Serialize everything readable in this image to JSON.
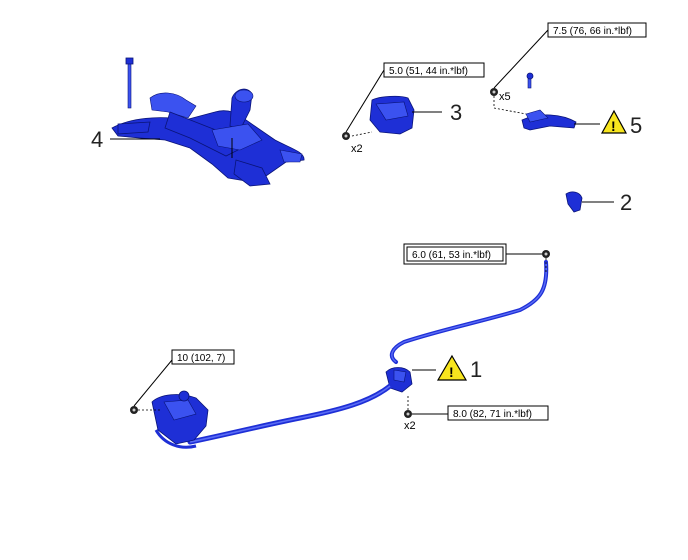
{
  "callouts": {
    "c1": "1",
    "c2": "2",
    "c3": "3",
    "c4": "4",
    "c5": "5"
  },
  "torque": {
    "t_7_5": "7.5 (76, 66 in.*lbf)",
    "t_5_0": "5.0 (51, 44 in.*lbf)",
    "t_6_0": "6.0 (61, 53 in.*lbf)",
    "t_10": "10 (102, 7)",
    "t_8_0": "8.0 (82, 71 in.*lbf)"
  },
  "multipliers": {
    "x5": "x5",
    "x2_heat": "x2",
    "x2_bracket": "x2"
  },
  "warning_mark": "!",
  "colors": {
    "part_fill": "#1e2fd6",
    "warning_fill": "#f7e51e"
  },
  "icons": [
    "warning-icon",
    "nut-icon"
  ]
}
